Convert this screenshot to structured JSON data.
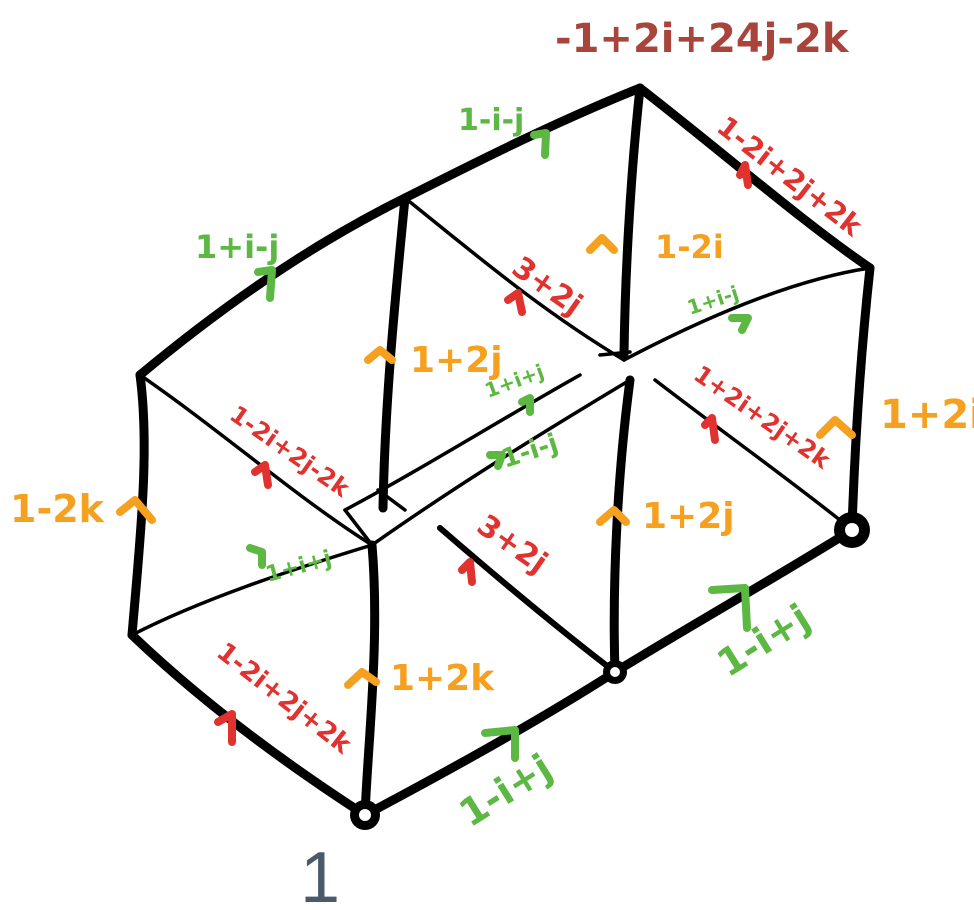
{
  "colors": {
    "title": "#a8443c",
    "green": "#5cb842",
    "red": "#e0322e",
    "orange": "#f5a01e",
    "origin": "#4a5a6a",
    "edge": "#000000"
  },
  "title": "-1+2i+24j-2k",
  "origin_label": "1",
  "labels": {
    "top_left_edge": "1+i-j",
    "top_right_edge": "1-i-j",
    "right_top_edge": "1-2i+2j+2k",
    "inner_diag_right": "3+2j",
    "inner_vert_right": "1-2i",
    "inner_small_right": "1+i-j",
    "inner_vert_mid": "1+2j",
    "mid_small": "1+i+j",
    "mid_left_diag": "1-2i+2j-2k",
    "mid_green": "1-i-j",
    "right_diag": "1+2i+2j+2k",
    "right_vert": "1+2i",
    "left_vert": "1-2k",
    "front_small": "1+i+j",
    "front_diag": "3+2j",
    "front_vert_mid": "1+2j",
    "front_vert": "1+2k",
    "front_left_bottom": "1-2i+2j+2k",
    "bottom_front": "1-i+j",
    "bottom_right": "1-i+j"
  }
}
